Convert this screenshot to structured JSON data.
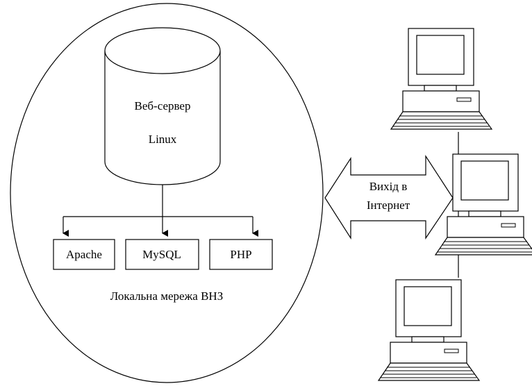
{
  "server": {
    "title": "Веб-сервер",
    "os": "Linux"
  },
  "components": [
    {
      "label": "Apache"
    },
    {
      "label": "MySQL"
    },
    {
      "label": "PHP"
    }
  ],
  "network_label": "Локальна мережа ВНЗ",
  "internet": {
    "line1": "Вихід в",
    "line2": "Інтернет"
  },
  "colors": {
    "stroke": "#000000",
    "background": "#ffffff"
  }
}
